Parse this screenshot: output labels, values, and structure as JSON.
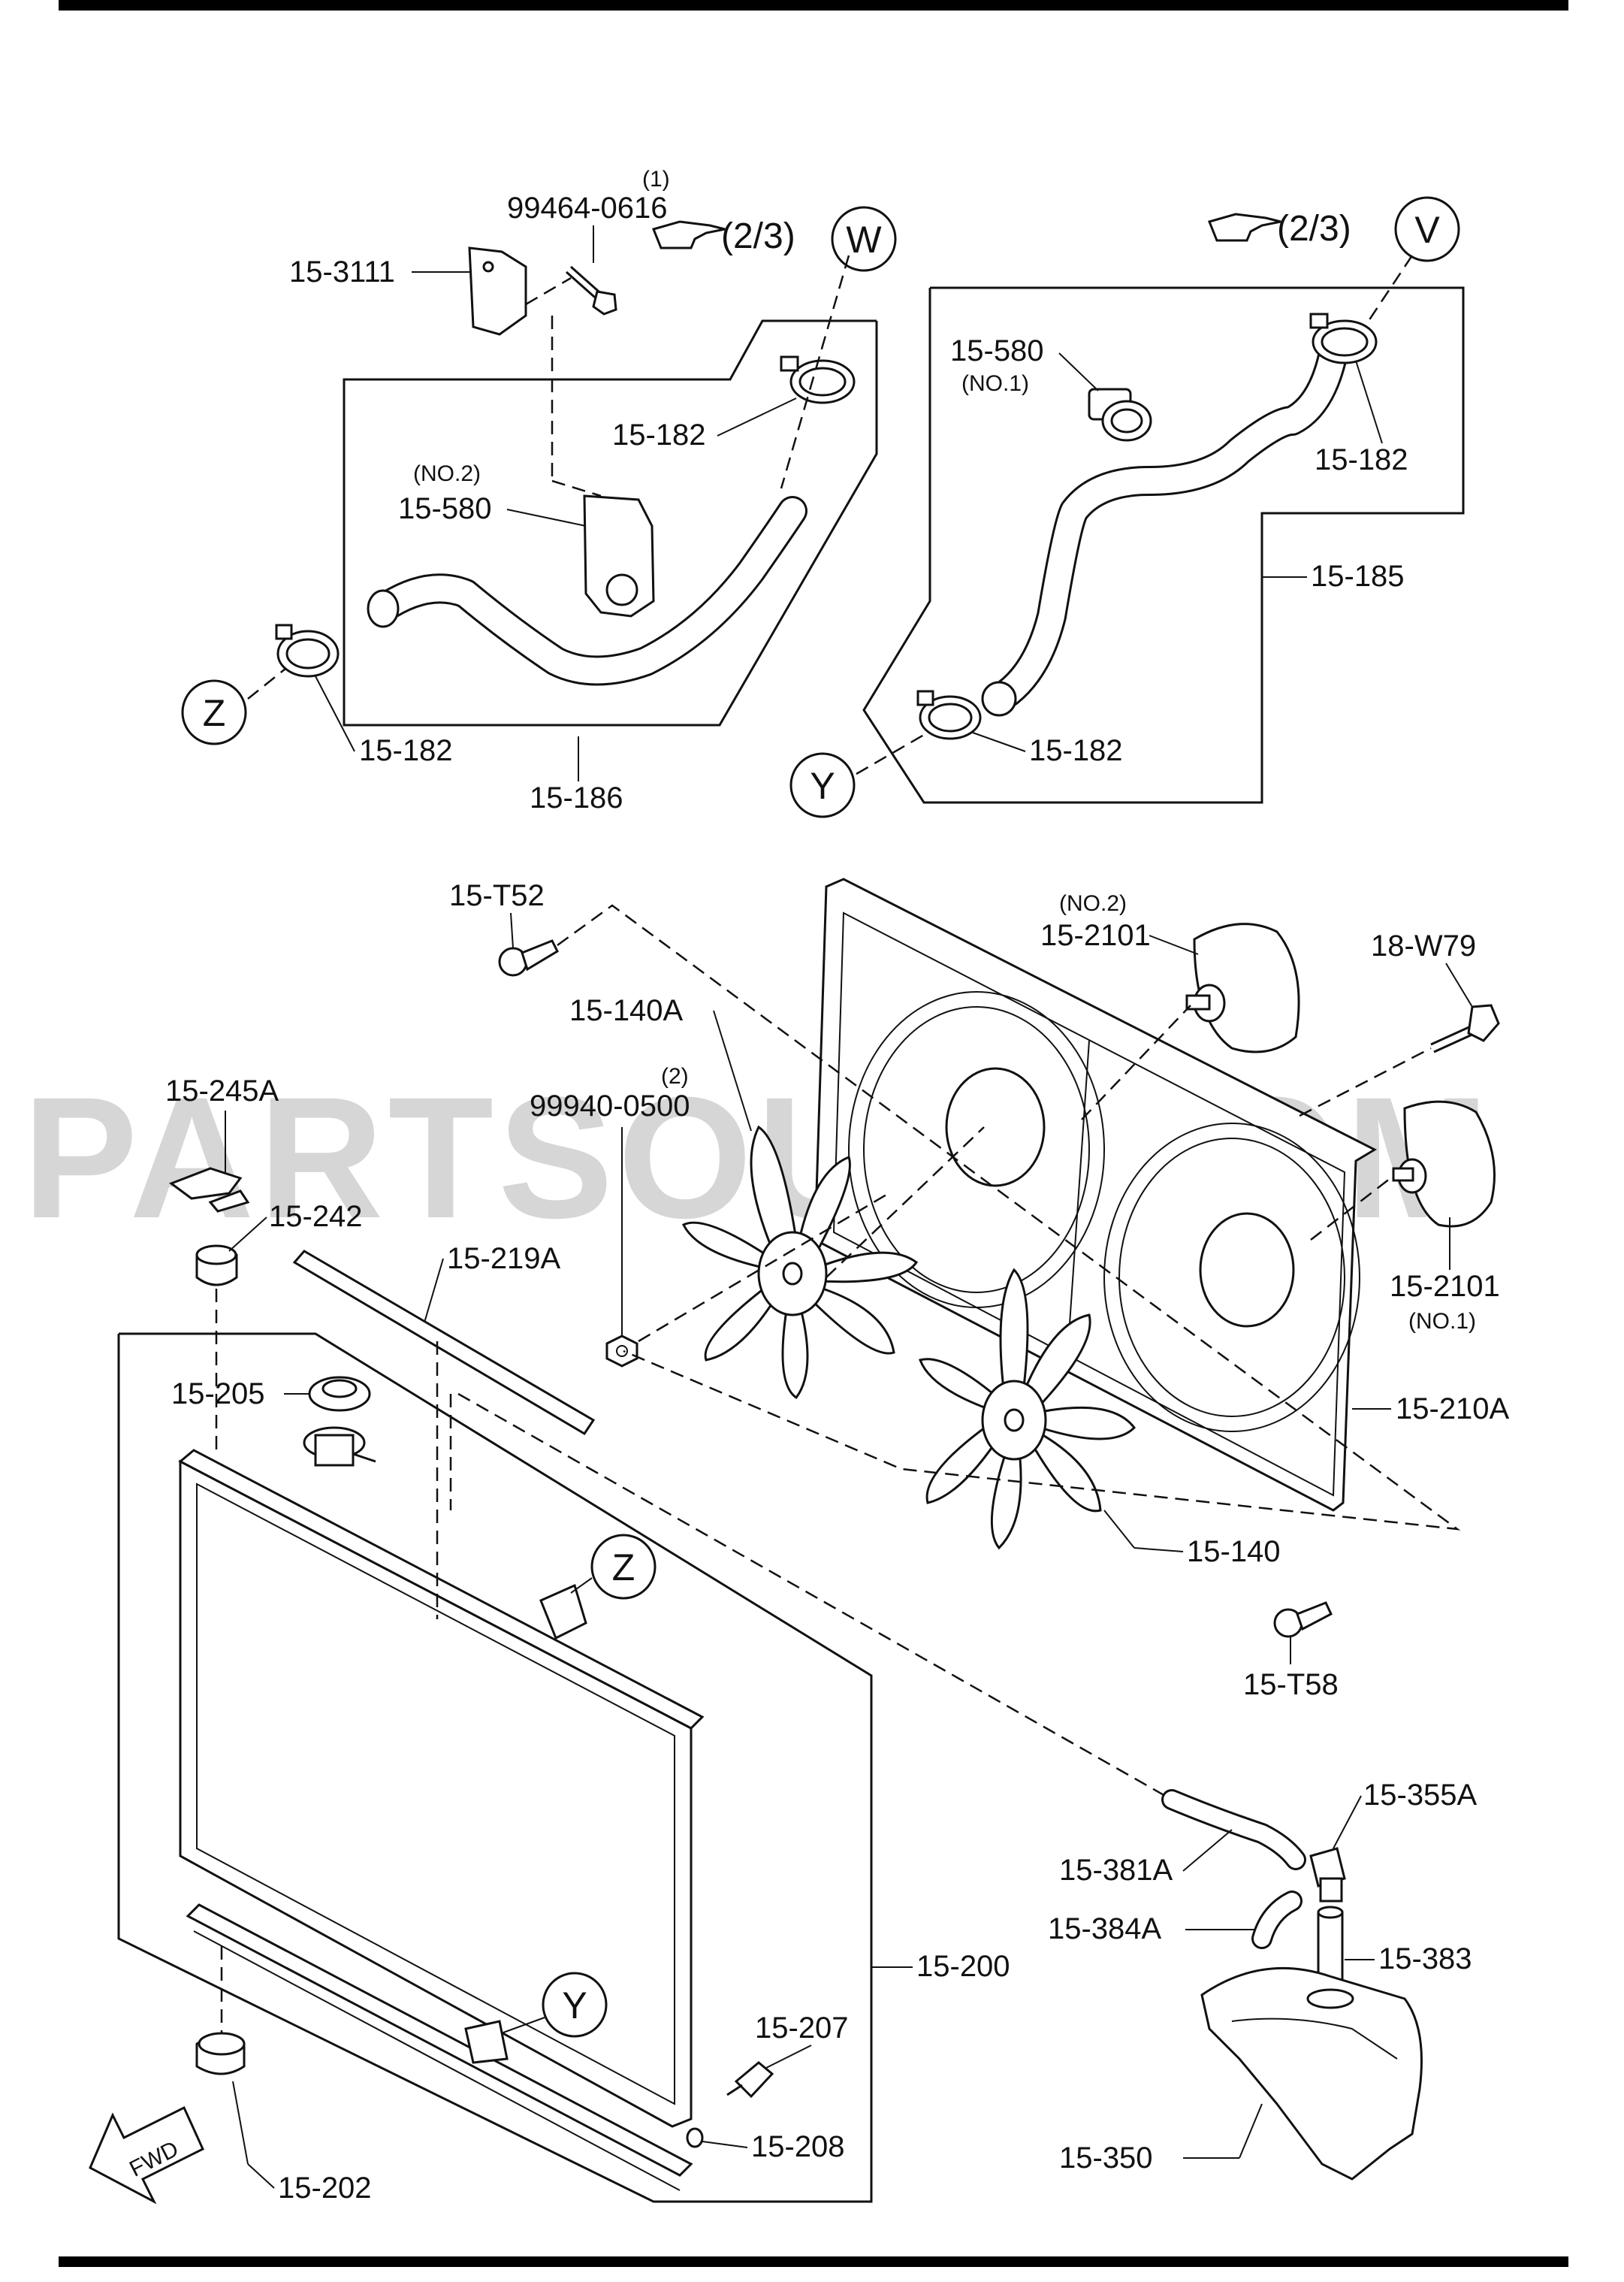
{
  "watermark": "PARTSOUQ.COM",
  "callouts": {
    "w": "W",
    "v": "V",
    "z": "Z",
    "y": "Y",
    "z2": "Z",
    "y2": "Y"
  },
  "page_refs": {
    "ref_left": "(2/3)",
    "ref_right": "(2/3)"
  },
  "fwd_label": "FWD",
  "labels": {
    "qty1": "(1)",
    "bolt_99464": "99464-0616",
    "p15_3111": "15-3111",
    "p15_182_a": "15-182",
    "p15_580_no2_note": "(NO.2)",
    "p15_580_no2": "15-580",
    "p15_182_b": "15-182",
    "p15_186": "15-186",
    "p15_580_no1": "15-580",
    "p15_580_no1_note": "(NO.1)",
    "p15_182_c": "15-182",
    "p15_185": "15-185",
    "p15_182_d": "15-182",
    "p15_T52": "15-T52",
    "p15_2101_no2_note": "(NO.2)",
    "p15_2101_no2": "15-2101",
    "p18_W79": "18-W79",
    "p15_140A": "15-140A",
    "qty2": "(2)",
    "nut_99940": "99940-0500",
    "p15_245A": "15-245A",
    "p15_242": "15-242",
    "p15_219A": "15-219A",
    "p15_2101_no1": "15-2101",
    "p15_2101_no1_note": "(NO.1)",
    "p15_205": "15-205",
    "p15_210A": "15-210A",
    "p15_140": "15-140",
    "p15_T58": "15-T58",
    "p15_355A": "15-355A",
    "p15_381A": "15-381A",
    "p15_384A": "15-384A",
    "p15_383": "15-383",
    "p15_200": "15-200",
    "p15_207": "15-207",
    "p15_208": "15-208",
    "p15_350": "15-350",
    "p15_202": "15-202"
  }
}
